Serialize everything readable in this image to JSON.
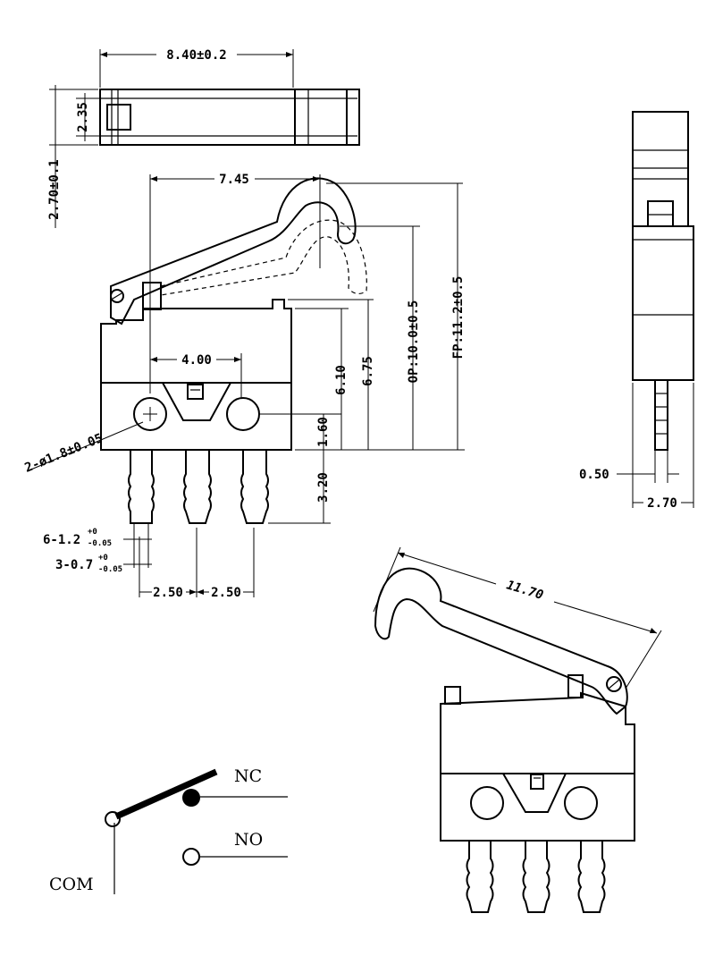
{
  "top_view": {
    "width_label": "8.40±0.2",
    "inner_height_label": "2.35",
    "outer_height_label": "2.70±0.1"
  },
  "front_view": {
    "lever_offset_label": "7.45",
    "hole_spacing_label": "4.00",
    "hole_diameter_label": "2-ø1.8±0.05",
    "hole_height_label": "1.60",
    "body_height_label": "6.10",
    "button_height_label": "6.75",
    "op_label": "OP:10.0±0.5",
    "fp_label": "FP:11.2±0.5",
    "terminal_length_label": "3.20",
    "terminal_width_main": "6-1.2",
    "terminal_width_tol_upper": "+0",
    "terminal_width_tol_lower": "-0.05",
    "terminal_thick_main": "3-0.7",
    "terminal_thick_tol_upper": "+0",
    "terminal_thick_tol_lower": "-0.05",
    "pitch_left_label": "2.50",
    "pitch_right_label": "2.50"
  },
  "side_view": {
    "terminal_thickness_label": "0.50",
    "body_width_label": "2.70"
  },
  "iso_view": {
    "lever_length_label": "11.70"
  },
  "schematic": {
    "nc_label": "NC",
    "no_label": "NO",
    "com_label": "COM"
  }
}
